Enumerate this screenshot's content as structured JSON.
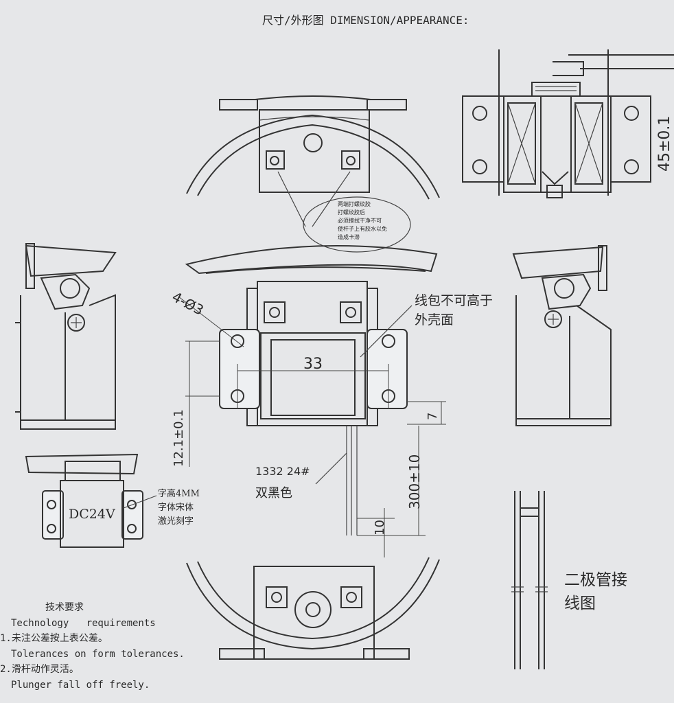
{
  "title": "尺寸/外形图 DIMENSION/APPEARANCE:",
  "note_glue": [
    "两端打螺纹胶",
    "打螺纹胶后",
    "必须擦拭干净不可",
    "使杆子上有胶水以免",
    "造成卡滞"
  ],
  "note_coil": [
    "线包不可高于",
    "外壳面"
  ],
  "hole_label": "4-Ø3",
  "dim_33": "33",
  "dim_12": "12.1±0.1",
  "dim_7": "7",
  "dim_300": "300±10",
  "dim_10": "10",
  "dim_45": "45±0.1",
  "wire_spec": "1332 24#",
  "wire_color": "双黑色",
  "dc_label": "DC24V",
  "laser_note": [
    "字高4MM",
    "字体宋体",
    "激光刻字"
  ],
  "diode_caption": [
    "二极管接",
    "线图"
  ],
  "tech_requirements": {
    "heading_cn": "技术要求",
    "heading_en": "Technology   requirements",
    "items": [
      {
        "cn": "1.未注公差按上表公差。",
        "en": "Tolerances on form tolerances."
      },
      {
        "cn": "2.滑杆动作灵活。",
        "en": "Plunger fall off freely."
      }
    ]
  }
}
